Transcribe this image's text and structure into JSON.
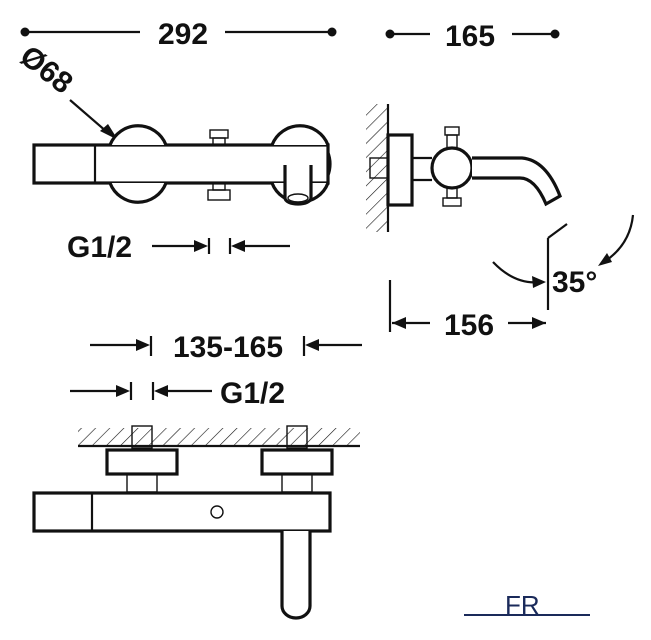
{
  "dimensions": {
    "overall_width": "292",
    "diameter": "Ø68",
    "inlet_thread_top": "G1/2",
    "projection": "165",
    "angle": "35°",
    "spout_reach": "156",
    "center_distance": "135-165",
    "inlet_thread_bottom": "G1/2"
  },
  "logo": {
    "text": "FR"
  },
  "colors": {
    "ink": "#111111",
    "background": "#ffffff",
    "logo_accent": "#1a2a5a"
  }
}
